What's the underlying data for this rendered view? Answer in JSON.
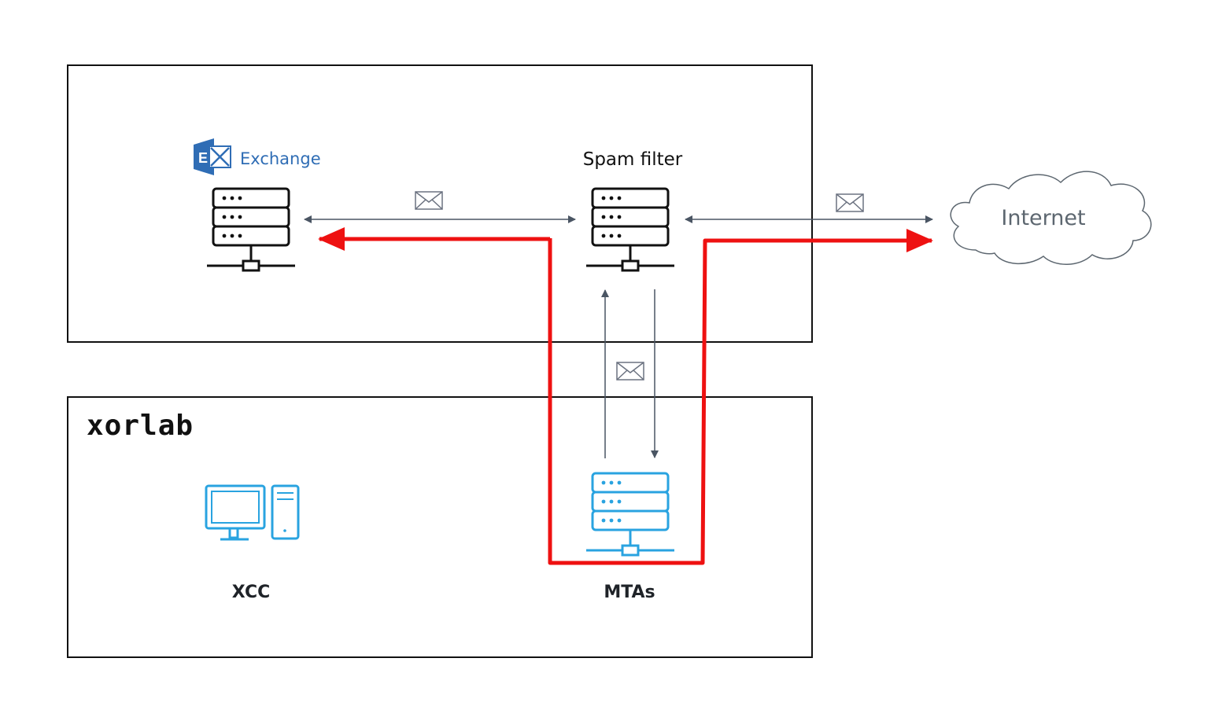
{
  "nodes": {
    "exchange": {
      "brand_label": "Exchange",
      "badge_letter": "E"
    },
    "spam_filter": {
      "label": "Spam filter"
    },
    "internet": {
      "label": "Internet"
    },
    "xcc": {
      "label": "XCC"
    },
    "mtas": {
      "label": "MTAs"
    },
    "xorlab": {
      "logo_text": "xorlab"
    }
  },
  "colors": {
    "red_path": "#ee1111",
    "server_dark": "#111111",
    "server_mta": "#29a3e0",
    "xcc_icon": "#29a3e0",
    "arrow_grey": "#4a5563",
    "exchange_blue": "#2f6db5"
  },
  "icons": {
    "envelope": "envelope-icon",
    "server": "server-icon",
    "cloud": "cloud-icon",
    "computer": "computer-icon"
  }
}
